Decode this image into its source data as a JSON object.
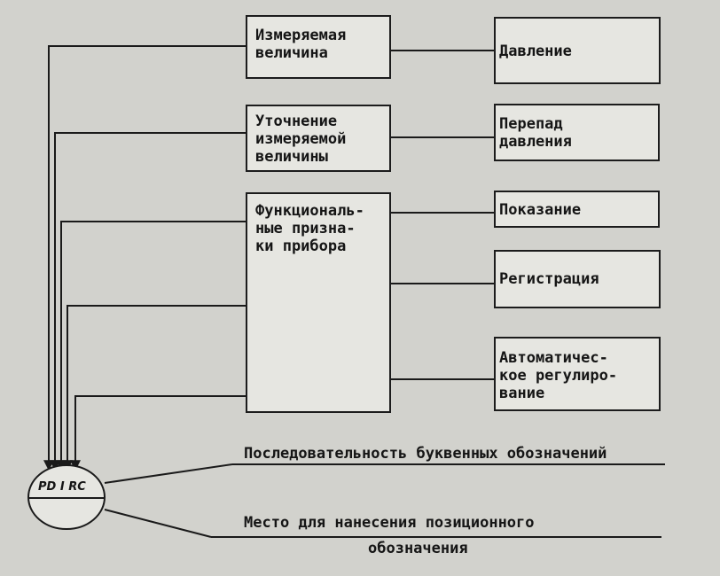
{
  "blocks": {
    "measured_value": "Измеряемая\nвеличина",
    "refinement": "Уточнение\nизмеряемой\nвеличины",
    "functional": "Функциональ-\nные призна-\nки прибора",
    "pressure": "Давление",
    "pressure_diff": "Перепад\nдавления",
    "indication": "Показание",
    "registration": "Регистрация",
    "auto_regulation": "Автоматичес-\nкое регулиро-\nвание"
  },
  "bubble": {
    "code": "PDIRC"
  },
  "annotations": {
    "letter_sequence": "Последовательность буквенных обозначений",
    "position_place_line1": "Место для нанесения позиционного",
    "position_place_line2": "обозначения"
  }
}
